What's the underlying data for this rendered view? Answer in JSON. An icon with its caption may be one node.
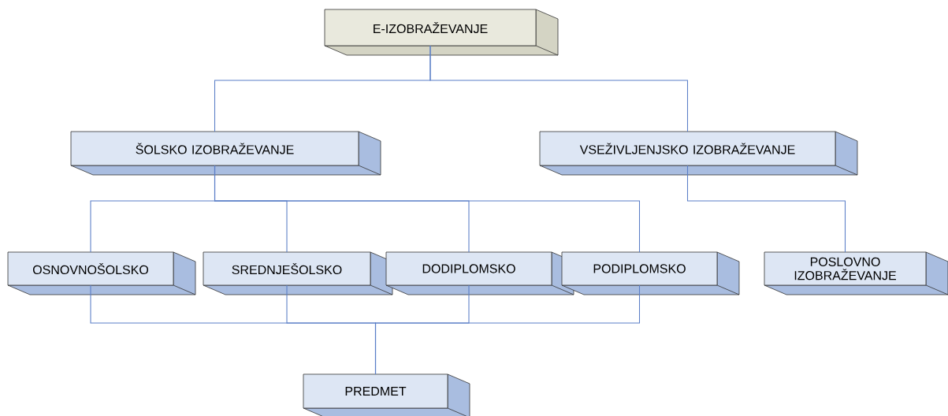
{
  "diagram": {
    "nodes": [
      {
        "text": [
          "E-IZOBRAŽEVANJE"
        ]
      },
      {
        "text": [
          "ŠOLSKO IZOBRAŽEVANJE"
        ]
      },
      {
        "text": [
          "VSEŽIVLJENJSKO IZOBRAŽEVANJE"
        ]
      },
      {
        "text": [
          "OSNOVNOŠOLSKO"
        ]
      },
      {
        "text": [
          "SREDNJEŠOLSKO"
        ]
      },
      {
        "text": [
          "DODIPLOMSKO"
        ]
      },
      {
        "text": [
          "PODIPLOMSKO"
        ]
      },
      {
        "text": [
          "POSLOVNO IZOBRAŽEVANJE"
        ]
      },
      {
        "text": [
          "PREDMET"
        ]
      }
    ],
    "edges": [
      {
        "from": 0,
        "to": 1,
        "arrow": "none"
      },
      {
        "from": 0,
        "to": 2,
        "arrow": "none"
      },
      {
        "from": 1,
        "to": 3,
        "arrow": "none"
      },
      {
        "from": 1,
        "to": 4,
        "arrow": "none"
      },
      {
        "from": 1,
        "to": 5,
        "arrow": "none"
      },
      {
        "from": 1,
        "to": 6,
        "arrow": "none"
      },
      {
        "from": 2,
        "to": 7,
        "arrow": "none"
      },
      {
        "from": 3,
        "to": 8,
        "arrow": "none"
      },
      {
        "from": 4,
        "to": 8,
        "arrow": "none"
      },
      {
        "from": 5,
        "to": 8,
        "arrow": "none"
      },
      {
        "from": 6,
        "to": 8,
        "arrow": "none"
      }
    ]
  }
}
